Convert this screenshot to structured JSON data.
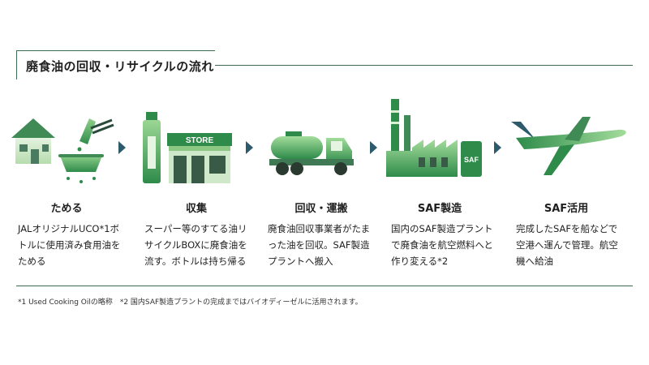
{
  "title": "廃食油の回収・リサイクルの流れ",
  "steps": [
    {
      "title": "ためる",
      "desc": "JALオリジナルUCO*1ボトルに使用済み食用油をためる",
      "icon": "house-cooking-icon"
    },
    {
      "title": "収集",
      "desc": "スーパー等のすてる油リサイクルBOXに廃食油を流す。ボトルは持ち帰る",
      "icon": "store-icon",
      "store_sign": "STORE"
    },
    {
      "title": "回収・運搬",
      "desc": "廃食油回収事業者がたまった油を回収。SAF製造プラントへ搬入",
      "icon": "tanker-truck-icon"
    },
    {
      "title": "SAF製造",
      "desc": "国内のSAF製造プラントで廃食油を航空燃料へと作り変える*2",
      "icon": "factory-icon",
      "tank_label": "SAF"
    },
    {
      "title": "SAF活用",
      "desc": "完成したSAFを船などで空港へ運んで管理。航空機へ給油",
      "icon": "airplane-icon"
    }
  ],
  "footnote": "*1 Used Cooking Oilの略称　*2 国内SAF製造プラントの完成まではバイオディーゼルに活用されます。",
  "colors": {
    "green_dark": "#2e8b4a",
    "green_mid": "#5cb85c",
    "green_light": "#a8d8a0",
    "arrow": "#2d5b6b",
    "line": "#3d6b52"
  }
}
